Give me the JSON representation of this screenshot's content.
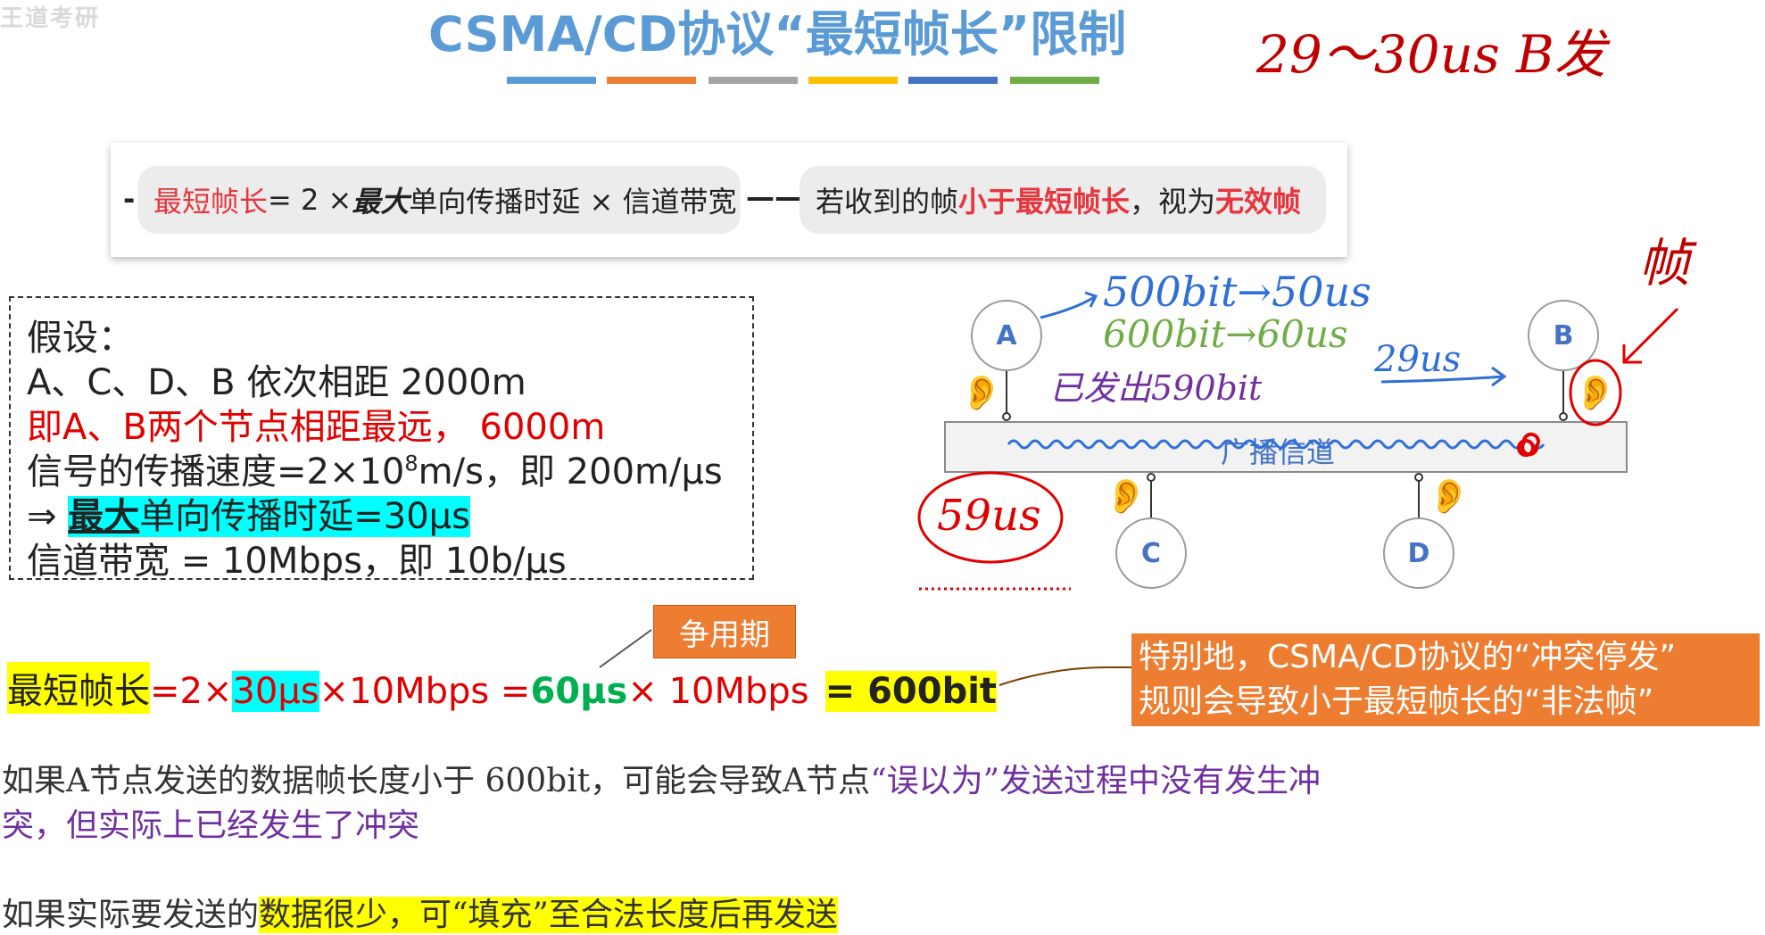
{
  "header": {
    "watermark": "王道考研",
    "title": "CSMA/CD协议“最短帧长”限制",
    "bar_colors": [
      "#5b9bd5",
      "#ed7d31",
      "#a5a5a5",
      "#ffc000",
      "#4472c4",
      "#70ad47"
    ]
  },
  "handnotes": {
    "top_right": "29～30us B发",
    "zhen": "帧",
    "bit500": "500bit→50us",
    "bit600": "600bit→60us",
    "sent590": "已发出590bit",
    "us29": "29us",
    "us59": "59us"
  },
  "banner": {
    "dash": "-",
    "p1": "最短帧长",
    "p2": " = 2 × ",
    "p3": "最大",
    "p4": "单向传播时延 × 信道带宽",
    "connector": "——",
    "p5": "若收到的帧",
    "p6": "小于最短帧长",
    "p7": "，视为",
    "p8": "无效帧"
  },
  "assumptions": {
    "l1": "假设：",
    "l2": "A、C、D、B 依次相距 2000m",
    "l3": "即A、B两个节点相距最远， 6000m",
    "l4a": "信号的传播速度=2×10",
    "l4sup": "8",
    "l4b": "m/s，即 200m/μs",
    "l5a": "⇒ ",
    "l5b": "最大",
    "l5c": "单向传播时延=30μs",
    "l6": "信道带宽 = 10Mbps，即 10b/μs"
  },
  "network": {
    "nodes": {
      "a": "A",
      "b": "B",
      "c": "C",
      "d": "D"
    },
    "channel_label": "广播信道",
    "ear": "👂"
  },
  "formula": {
    "f1": "最短帧长",
    "f2": "=2×",
    "f3": "30μs",
    "f4": "×10Mbps = ",
    "f5": "60μs",
    "f6": " × 10Mbps ",
    "f7": "= 600bit",
    "tag": "争用期"
  },
  "note": {
    "l1": "特别地，CSMA/CD协议的“冲突停发”",
    "l2": "规则会导致小于最短帧长的“非法帧”"
  },
  "paragraphs": {
    "p1a": "如果A节点发送的数据帧长度小于 600bit，可能会导致A节点",
    "p1b": "“误以为”发送过程中没有发生冲",
    "p2": "突，但实际上已经发生了冲突",
    "p3a": "如果实际要发送的",
    "p3b": "数据很少，可“填充”至合法长度后再发送"
  }
}
